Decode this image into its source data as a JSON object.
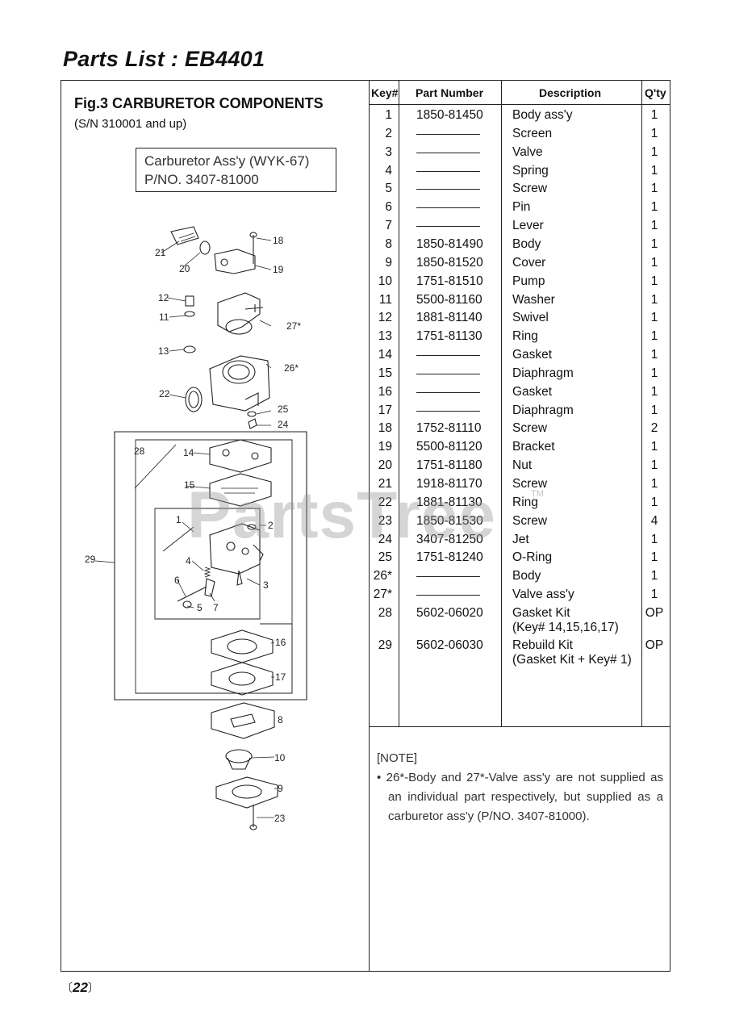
{
  "page_title": "Parts List : EB4401",
  "figure": {
    "title": "Fig.3 CARBURETOR COMPONENTS",
    "subtitle": "(S/N 310001 and up)",
    "assy_line1": "Carburetor Ass'y (WYK-67)",
    "assy_line2": "P/NO. 3407-81000",
    "callouts": [
      "21",
      "20",
      "18",
      "19",
      "12",
      "11",
      "27*",
      "13",
      "26*",
      "22",
      "25",
      "24",
      "28",
      "14",
      "15",
      "1",
      "2",
      "29",
      "4",
      "6",
      "3",
      "5",
      "7",
      "16",
      "17",
      "8",
      "10",
      "9",
      "23"
    ]
  },
  "table": {
    "headers": {
      "key": "Key#",
      "part": "Part Number",
      "desc": "Description",
      "qty": "Q'ty"
    },
    "rows": [
      {
        "key": "1",
        "part": "1850-81450",
        "desc": "Body ass'y",
        "qty": "1"
      },
      {
        "key": "2",
        "part": "",
        "desc": "Screen",
        "qty": "1"
      },
      {
        "key": "3",
        "part": "",
        "desc": "Valve",
        "qty": "1"
      },
      {
        "key": "4",
        "part": "",
        "desc": "Spring",
        "qty": "1"
      },
      {
        "key": "5",
        "part": "",
        "desc": "Screw",
        "qty": "1"
      },
      {
        "key": "6",
        "part": "",
        "desc": "Pin",
        "qty": "1"
      },
      {
        "key": "7",
        "part": "",
        "desc": "Lever",
        "qty": "1"
      },
      {
        "key": "8",
        "part": "1850-81490",
        "desc": "Body",
        "qty": "1"
      },
      {
        "key": "9",
        "part": "1850-81520",
        "desc": "Cover",
        "qty": "1"
      },
      {
        "key": "10",
        "part": "1751-81510",
        "desc": "Pump",
        "qty": "1"
      },
      {
        "key": "11",
        "part": "5500-81160",
        "desc": "Washer",
        "qty": "1"
      },
      {
        "key": "12",
        "part": "1881-81140",
        "desc": "Swivel",
        "qty": "1"
      },
      {
        "key": "13",
        "part": "1751-81130",
        "desc": "Ring",
        "qty": "1"
      },
      {
        "key": "14",
        "part": "",
        "desc": "Gasket",
        "qty": "1"
      },
      {
        "key": "15",
        "part": "",
        "desc": "Diaphragm",
        "qty": "1"
      },
      {
        "key": "16",
        "part": "",
        "desc": "Gasket",
        "qty": "1"
      },
      {
        "key": "17",
        "part": "",
        "desc": "Diaphragm",
        "qty": "1"
      },
      {
        "key": "18",
        "part": "1752-81110",
        "desc": "Screw",
        "qty": "2"
      },
      {
        "key": "19",
        "part": "5500-81120",
        "desc": "Bracket",
        "qty": "1"
      },
      {
        "key": "20",
        "part": "1751-81180",
        "desc": "Nut",
        "qty": "1"
      },
      {
        "key": "21",
        "part": "1918-81170",
        "desc": "Screw",
        "qty": "1"
      },
      {
        "key": "22",
        "part": "1881-81130",
        "desc": "Ring",
        "qty": "1"
      },
      {
        "key": "23",
        "part": "1850-81530",
        "desc": "Screw",
        "qty": "4"
      },
      {
        "key": "24",
        "part": "3407-81250",
        "desc": "Jet",
        "qty": "1"
      },
      {
        "key": "25",
        "part": "1751-81240",
        "desc": "O-Ring",
        "qty": "1"
      },
      {
        "key": "26*",
        "part": "",
        "desc": "Body",
        "qty": "1"
      },
      {
        "key": "27*",
        "part": "",
        "desc": "Valve ass'y",
        "qty": "1"
      },
      {
        "key": "28",
        "part": "5602-06020",
        "desc": "Gasket Kit",
        "desc2": "(Key# 14,15,16,17)",
        "qty": "OP"
      },
      {
        "key": "29",
        "part": "5602-06030",
        "desc": "Rebuild Kit",
        "desc2": "(Gasket Kit + Key# 1)",
        "qty": "OP"
      }
    ]
  },
  "note": {
    "heading": "[NOTE]",
    "text": "• 26*-Body and 27*-Valve ass'y are not supplied as an individual part respectively, but supplied as a carburetor ass'y (P/NO. 3407-81000)."
  },
  "page_number": "22",
  "watermark": "PartsTree",
  "watermark_tm": "TM"
}
